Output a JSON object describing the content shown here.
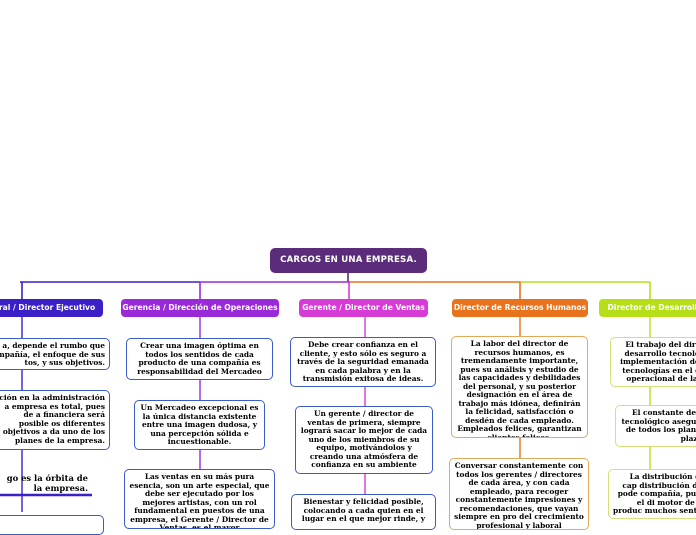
{
  "root": {
    "label": "CARGOS EN UNA EMPRESA."
  },
  "colors": {
    "root": "#5b2c79",
    "blue": "#3d1fc8",
    "purple": "#9a2ad8",
    "pink": "#d63bd6",
    "orange": "#e8731c",
    "lime": "#b6df1a",
    "card_border": "#3b5cc4"
  },
  "branches": [
    {
      "label": "eral / Director Ejecutivo",
      "color": "#3d1fc8",
      "children": [
        "a, depende el rumbo que mpañía, el enfoque de sus tos, y sus objetivos.",
        "ción en la administración a empresa es total, pues de a financiera será posible os diferentes objetivos a da uno de los planes de la empresa.",
        "go es la órbita de la empresa."
      ]
    },
    {
      "label": "Gerencia / Dirección de Operaciones",
      "color": "#9a2ad8",
      "children": [
        "Crear una imagen óptima en todos los sentidos de cada producto de una compañía es responsabilidad del Mercadeo",
        "Un Mercadeo excepcional es la única distancia existente entre una imagen dudosa, y una percepción sólida e incuestionable.",
        "Las ventas en su más pura esencia, son un arte especial, que debe ser ejecutado por los mejores artistas, con un rol fundamental en puestos de una empresa, el Gerente / Director de Ventas, es el mayor"
      ]
    },
    {
      "label": "Gerente / Director de Ventas",
      "color": "#d63bd6",
      "children": [
        "Debe crear confianza en el cliente, y esto sólo es seguro a través de la seguridad emanada en cada palabra y en la transmisión exitosa de ideas.",
        "Un gerente / director de ventas de primera, siempre logrará sacar lo mejor de cada uno de los miembros de su equipo, motivándolos y creando una atmósfera de confianza en su ambiente",
        "Bienestar y felicidad posible, colocando a cada quien en el lugar en el que mejor rinde, y"
      ]
    },
    {
      "label": "Director de Recursos Humanos",
      "color": "#e8731c",
      "children": [
        "La labor del director de recursos humanos, es tremendamente importante, pues su análisis y estudio de las capacidades y debilidades del personal, y su posterior designación en el área de trabajo más idónea, definirán la felicidad, satisfacción o desdén de cada empleado. Empleados felices, garantizan clientes felices.",
        "Conversar constantemente con todos los gerentes / directores de cada área, y con cada empleado, para recoger constantemente impresiones y recomendaciones, que vayan siempre en pro del crecimiento profesional y laboral"
      ]
    },
    {
      "label": "Director de Desarrollo",
      "color": "#b6df1a",
      "children": [
        "El trabajo del direc desarrollo tecnológ implementación de l tecnologías en el de operacional de la e",
        "El constante desa tecnológico asegura de todos los planes plazo.",
        "La distribución de cap distribución del pode compañía, pues el di motor de la produc muchos sentid"
      ]
    }
  ]
}
